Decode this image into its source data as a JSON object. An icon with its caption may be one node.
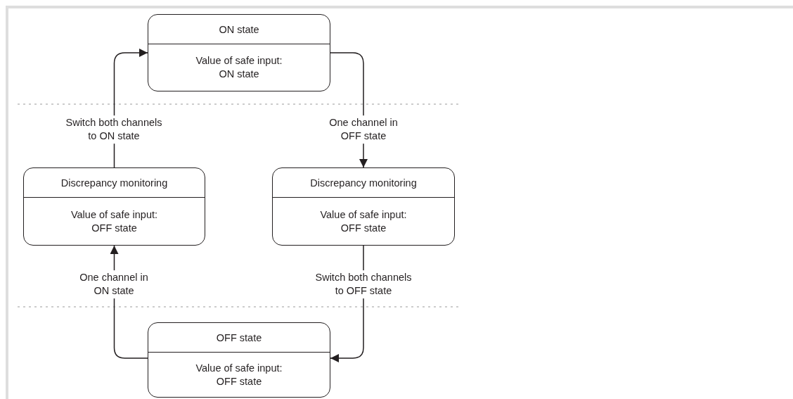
{
  "diagram": {
    "nodes": [
      {
        "text": [
          "ON state",
          "Value of safe input: ON state"
        ]
      },
      {
        "text": [
          "Discrepancy monitoring",
          "Value of safe input: OFF state"
        ]
      },
      {
        "text": [
          "Discrepancy monitoring",
          "Value of safe input: OFF state"
        ]
      },
      {
        "text": [
          "OFF state",
          "Value of safe input: OFF state"
        ]
      }
    ],
    "edges": [
      {
        "from": 1,
        "to": 0,
        "arrow": "to",
        "label": "Switch both channels to ON state"
      },
      {
        "from": 0,
        "to": 2,
        "arrow": "to",
        "label": "One channel in OFF state"
      },
      {
        "from": 3,
        "to": 1,
        "arrow": "to",
        "label": "One channel in ON state"
      },
      {
        "from": 2,
        "to": 3,
        "arrow": "to",
        "label": "Switch both channels to OFF state"
      }
    ]
  }
}
